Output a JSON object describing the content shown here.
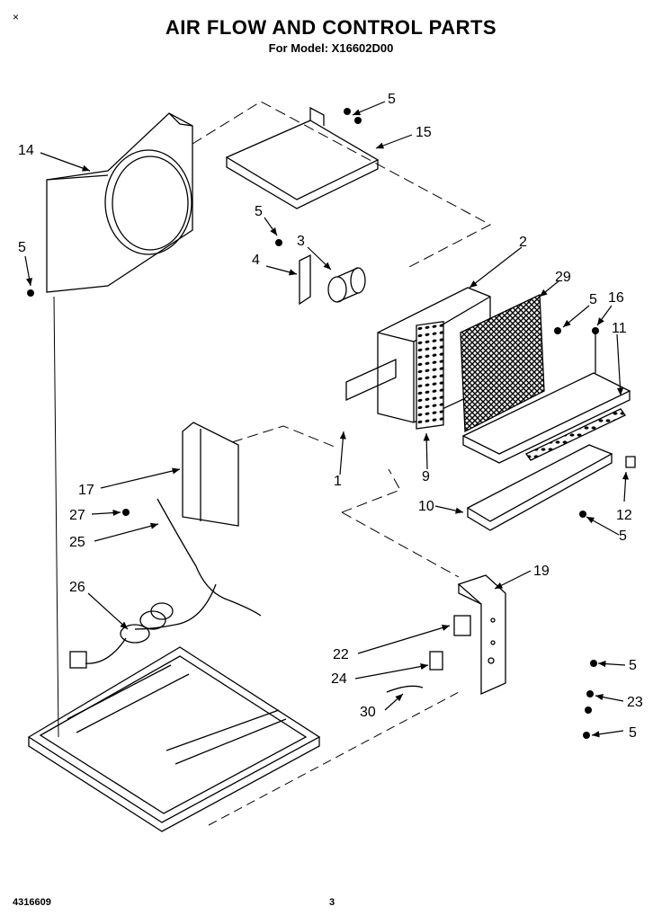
{
  "header": {
    "title": "AIR FLOW AND CONTROL PARTS",
    "subtitle": "For Model: X16602D00",
    "corner_mark": "×"
  },
  "footer": {
    "part_number": "4316609",
    "page_number": "3"
  },
  "callouts": [
    "14",
    "5",
    "5",
    "15",
    "5",
    "3",
    "4",
    "2",
    "29",
    "5",
    "16",
    "11",
    "17",
    "27",
    "25",
    "1",
    "9",
    "10",
    "12",
    "5",
    "26",
    "19",
    "22",
    "5",
    "24",
    "23",
    "30",
    "5"
  ]
}
